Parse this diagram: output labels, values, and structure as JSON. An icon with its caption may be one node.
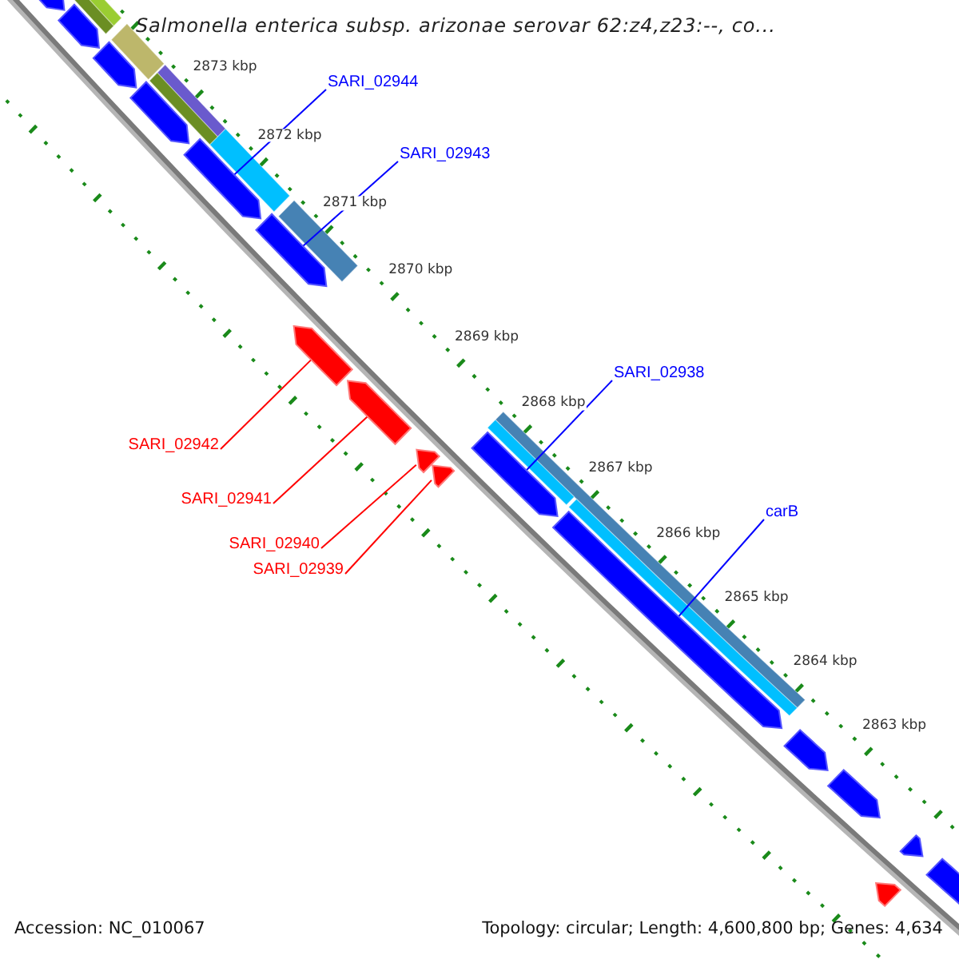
{
  "diagram": {
    "title": "Salmonella enterica subsp. arizonae serovar 62:z4,z23:--, co...",
    "nodes": [
      {
        "text": [
          "SARI_02944"
        ]
      },
      {
        "text": [
          "SARI_02943"
        ]
      },
      {
        "text": [
          "SARI_02938"
        ]
      },
      {
        "text": [
          "carB"
        ]
      },
      {
        "text": [
          "SARI_02942"
        ]
      },
      {
        "text": [
          "SARI_02941"
        ]
      },
      {
        "text": [
          "SARI_02940"
        ]
      },
      {
        "text": [
          "SARI_02939"
        ]
      },
      {
        "text": [],
        "shape": "pentagon"
      },
      {
        "text": [],
        "shape": "pentagon"
      },
      {
        "text": [],
        "shape": "pentagon"
      },
      {
        "text": [],
        "shape": "pentagon"
      },
      {
        "text": [],
        "shape": "pentagon"
      },
      {
        "text": [],
        "shape": "pentagon"
      },
      {
        "text": [],
        "shape": "pentagon"
      },
      {
        "text": [],
        "shape": "pentagon"
      },
      {
        "text": [],
        "shape": "pentagon"
      },
      {
        "text": [],
        "shape": "pentagon"
      },
      {
        "text": [],
        "shape": "pentagon"
      },
      {
        "text": [],
        "shape": "pentagon"
      },
      {
        "text": [],
        "shape": "pentagon"
      },
      {
        "text": [],
        "shape": "pentagon"
      },
      {
        "text": [],
        "shape": "pentagon"
      },
      {
        "text": [],
        "shape": "pentagon"
      },
      {
        "text": [],
        "shape": "pentagon"
      }
    ],
    "edges": [
      {
        "from": 0,
        "to": 12,
        "arrow": "none"
      },
      {
        "from": 1,
        "to": 13,
        "arrow": "none"
      },
      {
        "from": 2,
        "to": 18,
        "arrow": "none"
      },
      {
        "from": 3,
        "to": 19,
        "arrow": "none"
      },
      {
        "from": 4,
        "to": 14,
        "arrow": "none",
        "color": "#ff0000"
      },
      {
        "from": 5,
        "to": 15,
        "arrow": "none",
        "color": "#ff0000"
      },
      {
        "from": 6,
        "to": 16,
        "arrow": "none",
        "color": "#ff0000"
      },
      {
        "from": 7,
        "to": 17,
        "arrow": "none",
        "color": "#ff0000"
      }
    ],
    "labels": [
      "2873 kbp",
      "2872 kbp",
      "2871 kbp",
      "2870 kbp",
      "2869 kbp",
      "2868 kbp",
      "2867 kbp",
      "2866 kbp",
      "2865 kbp",
      "2864 kbp",
      "2863 kbp",
      "Accession: NC_010067",
      "Topology: circular; Length: 4,600,800 bp; Genes: 4,634"
    ]
  }
}
